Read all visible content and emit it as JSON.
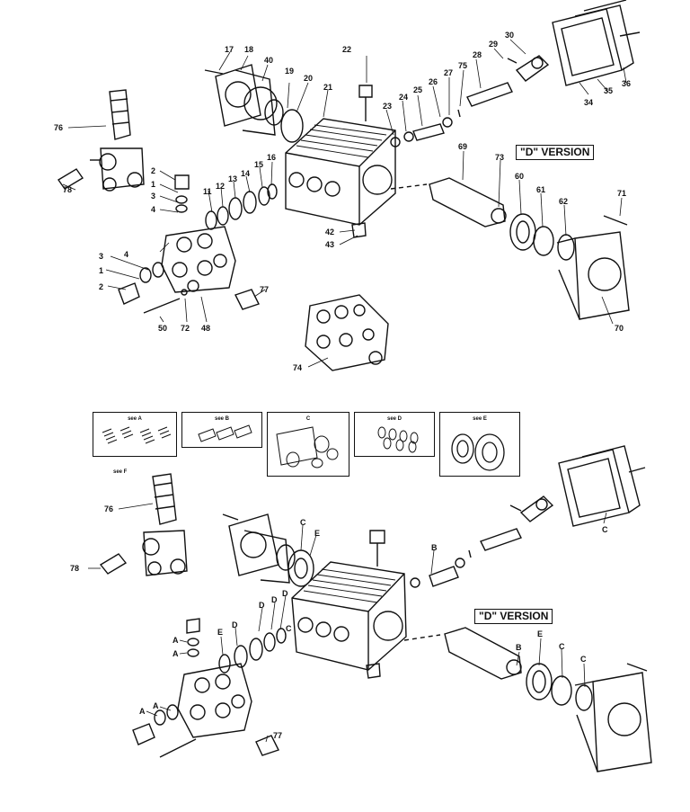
{
  "top_section": {
    "version_label": "\"D\" VERSION",
    "callouts": [
      "17",
      "18",
      "40",
      "19",
      "20",
      "21",
      "22",
      "23",
      "24",
      "25",
      "26",
      "27",
      "75",
      "28",
      "29",
      "30",
      "34",
      "35",
      "36",
      "76",
      "78",
      "2",
      "1",
      "3",
      "4",
      "11",
      "12",
      "13",
      "14",
      "15",
      "16",
      "42",
      "43",
      "3",
      "4",
      "1",
      "2",
      "50",
      "72",
      "48",
      "77",
      "69",
      "73",
      "60",
      "61",
      "62",
      "71",
      "70",
      "74"
    ]
  },
  "kits": [
    {
      "label": "see A"
    },
    {
      "label": "see B"
    },
    {
      "label": "C"
    },
    {
      "label": "see D"
    },
    {
      "label": "see E"
    }
  ],
  "bottom_section": {
    "version_label": "\"D\" VERSION",
    "kit_ref": "see F",
    "callouts": [
      "76",
      "78",
      "C",
      "E",
      "C",
      "B",
      "D",
      "D",
      "D",
      "D",
      "E",
      "A",
      "A",
      "A",
      "A",
      "77",
      "B",
      "E",
      "C",
      "C",
      "C"
    ]
  }
}
